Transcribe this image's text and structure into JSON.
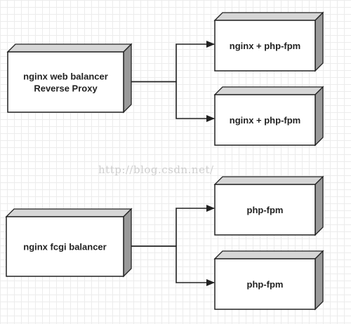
{
  "diagram": {
    "nodes": [
      {
        "id": "balancer_web",
        "lines": [
          "nginx web balancer",
          "Reverse Proxy"
        ]
      },
      {
        "id": "backend_1",
        "lines": [
          "nginx + php-fpm"
        ]
      },
      {
        "id": "backend_2",
        "lines": [
          "nginx + php-fpm"
        ]
      },
      {
        "id": "balancer_fcgi",
        "lines": [
          "nginx fcgi balancer"
        ]
      },
      {
        "id": "fpm_1",
        "lines": [
          "php-fpm"
        ]
      },
      {
        "id": "fpm_2",
        "lines": [
          "php-fpm"
        ]
      }
    ],
    "edges": [
      {
        "from": "balancer_web",
        "to": "backend_1"
      },
      {
        "from": "balancer_web",
        "to": "backend_2"
      },
      {
        "from": "balancer_fcgi",
        "to": "fpm_1"
      },
      {
        "from": "balancer_fcgi",
        "to": "fpm_2"
      }
    ],
    "watermark": "http://blog.csdn.net/"
  },
  "colors": {
    "stroke": "#222222",
    "face": "#ffffff",
    "top": "#d6d6d6",
    "side": "#9a9a9a"
  }
}
